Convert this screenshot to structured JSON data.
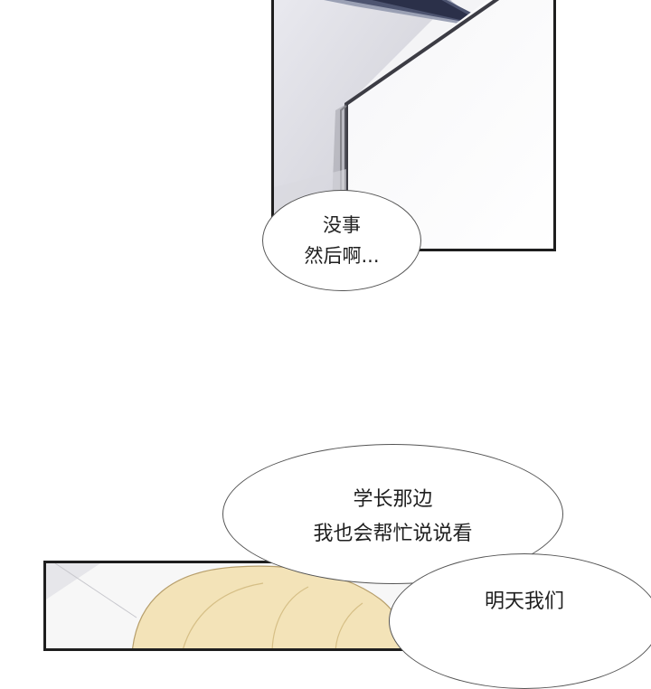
{
  "dialogue": {
    "bubble_1": {
      "line_1": "没事",
      "line_2": "然后啊..."
    },
    "bubble_2": {
      "line_1": "学长那边",
      "line_2": "我也会帮忙说说看"
    },
    "bubble_3": {
      "line_1": "明天我们"
    }
  },
  "colors": {
    "background": "#ffffff",
    "panel_border": "#1e1e1e",
    "bubble_fill": "#ffffff",
    "bubble_outline": "#555555",
    "text": "#1f1f1f",
    "hair": "#f3e3b8"
  }
}
